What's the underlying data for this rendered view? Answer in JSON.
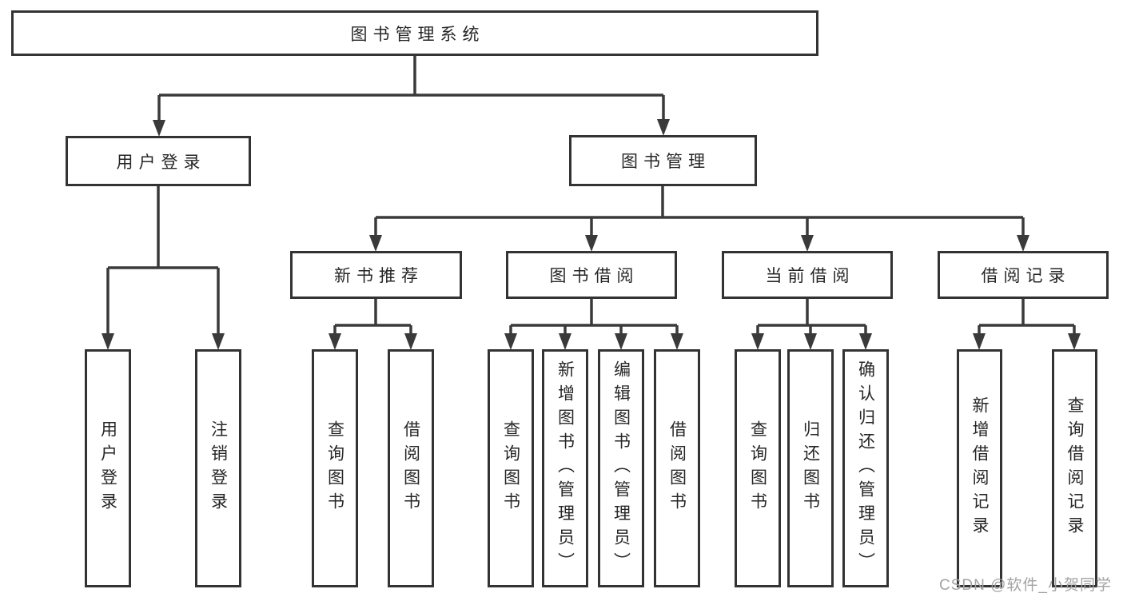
{
  "watermark": "CSDN @软件_小贺同学",
  "colors": {
    "line": "#3a3a3a",
    "box_border": "#333333",
    "box_fill": "#ffffff",
    "text": "#262626",
    "watermark": "#a3a3a3"
  },
  "tree": {
    "label": "图书管理系统",
    "children": [
      {
        "label": "用户登录",
        "children": [
          {
            "label": "用户登录"
          },
          {
            "label": "注销登录"
          }
        ]
      },
      {
        "label": "图书管理",
        "children": [
          {
            "label": "新书推荐",
            "children": [
              {
                "label": "查询图书"
              },
              {
                "label": "借阅图书"
              }
            ]
          },
          {
            "label": "图书借阅",
            "children": [
              {
                "label": "查询图书"
              },
              {
                "label": "新增图书（管理员）"
              },
              {
                "label": "编辑图书（管理员）"
              },
              {
                "label": "借阅图书"
              }
            ]
          },
          {
            "label": "当前借阅",
            "children": [
              {
                "label": "查询图书"
              },
              {
                "label": "归还图书"
              },
              {
                "label": "确认归还（管理员）"
              }
            ]
          },
          {
            "label": "借阅记录",
            "children": [
              {
                "label": "新增借阅记录"
              },
              {
                "label": "查询借阅记录"
              }
            ]
          }
        ]
      }
    ]
  }
}
